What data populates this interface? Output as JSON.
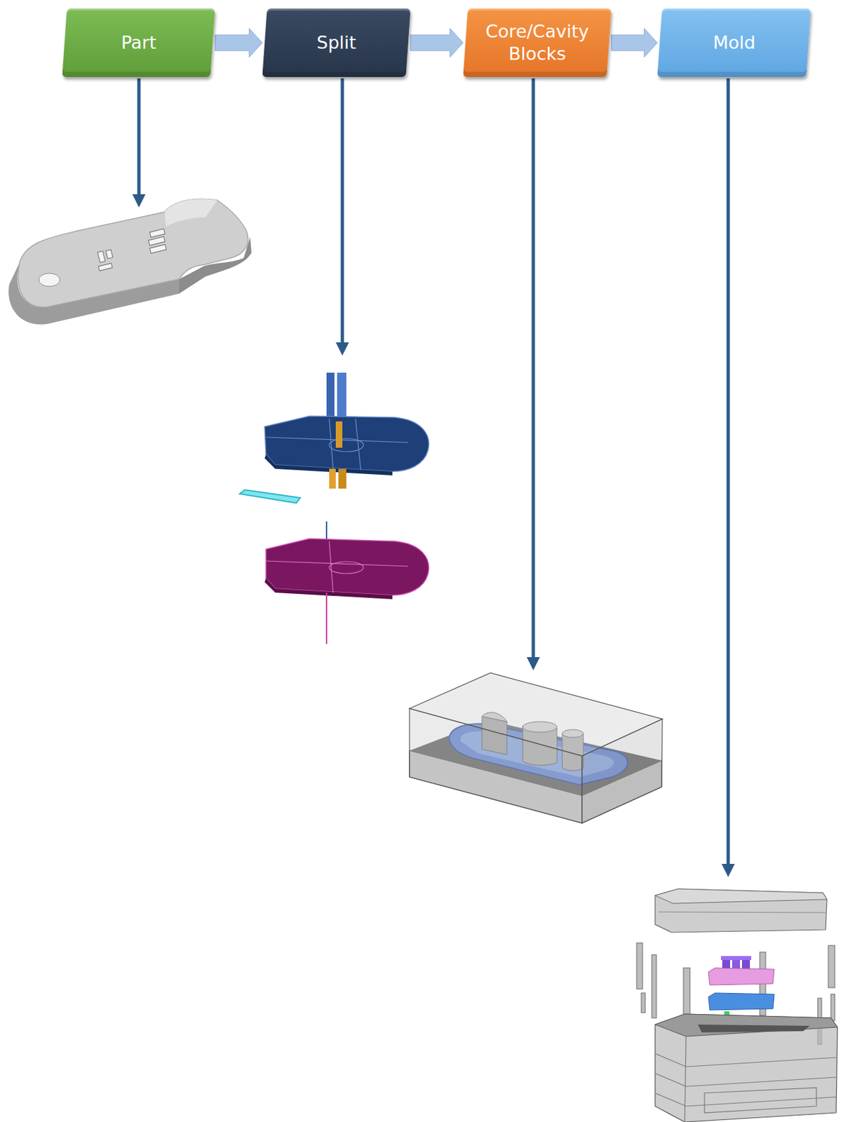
{
  "diagram": {
    "nodes": [
      {
        "text": [
          "Part"
        ]
      },
      {
        "text": [
          "Split"
        ]
      },
      {
        "text": [
          "Core/Cavity Blocks"
        ]
      },
      {
        "text": [
          "Mold"
        ]
      }
    ],
    "edges": [
      {
        "from": 0,
        "to": 1,
        "arrow": "to"
      },
      {
        "from": 1,
        "to": 2,
        "arrow": "to"
      },
      {
        "from": 2,
        "to": 3,
        "arrow": "to"
      }
    ]
  }
}
